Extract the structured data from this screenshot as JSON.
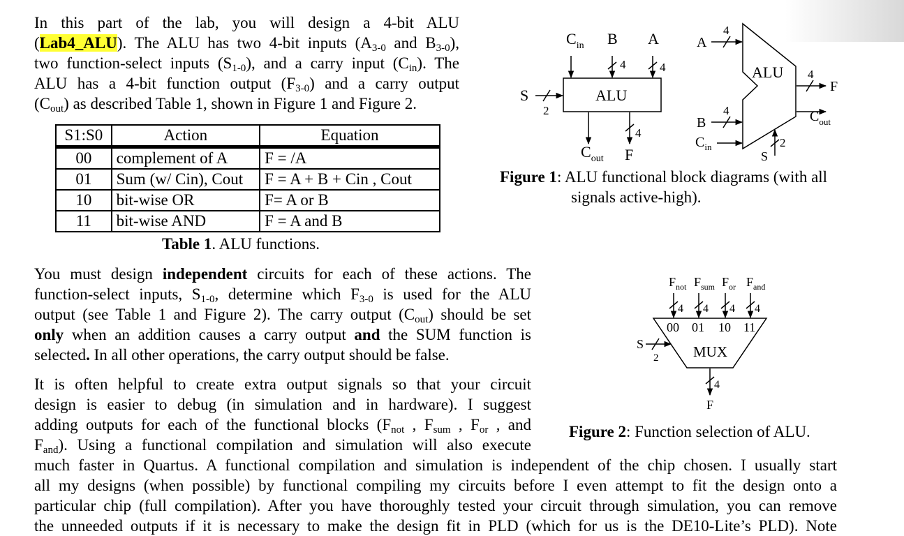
{
  "intro": {
    "l1": "In this part of the lab, you will design a 4-bit ALU",
    "l2_open": "(",
    "l2_highlight": "Lab4_ALU",
    "l2_a": "). The ALU has two 4-bit inputs (A",
    "l2_sub1": "3-0",
    "l2_b": " and B",
    "l2_sub2": "3-0",
    "l2_c": "),",
    "l3_a": "two function-select inputs (S",
    "l3_sub1": "1-0",
    "l3_b": "), and a carry input (C",
    "l3_sub2": "in",
    "l3_c": "). The",
    "l4_a": "ALU has a 4-bit function output (F",
    "l4_sub": "3-0",
    "l4_b": ") and a carry output",
    "l5_a": "(C",
    "l5_sub": "out",
    "l5_b": ") as described Table 1, shown in Figure 1 and Figure 2."
  },
  "table1": {
    "headers": [
      "S1:S0",
      "Action",
      "Equation"
    ],
    "rows": [
      [
        "00",
        "complement of A",
        "F = /A"
      ],
      [
        "01",
        "Sum (w/ Cin), Cout",
        "F = A + B + Cin , Cout"
      ],
      [
        "10",
        "bit-wise OR",
        "F= A or B"
      ],
      [
        "11",
        "bit-wise AND",
        "F = A and B"
      ]
    ],
    "caption_label": "Table 1",
    "caption_text": ". ALU functions."
  },
  "figure1": {
    "left": {
      "cin": "C",
      "cin_sub": "in",
      "b": "B",
      "a": "A",
      "bus_b": "4",
      "bus_a": "4",
      "s": "S",
      "s_width": "2",
      "box_label": "ALU",
      "cout": "C",
      "cout_sub": "out",
      "f": "F",
      "bus_f": "4"
    },
    "right": {
      "a": "A",
      "bus_a": "4",
      "b": "B",
      "bus_b": "4",
      "cin": "C",
      "cin_sub": "in",
      "label": "ALU",
      "bus_f": "4",
      "f": "F",
      "cout": "C",
      "cout_sub": "out",
      "s": "S",
      "s_width": "2"
    },
    "caption_label": "Figure 1",
    "caption_line1": ": ALU functional block diagrams (with all",
    "caption_line2": "signals active-high)."
  },
  "figure2": {
    "inputs": [
      {
        "name": "F",
        "sub": "not",
        "width": "4",
        "sel": "00"
      },
      {
        "name": "F",
        "sub": "sum",
        "width": "4",
        "sel": "01"
      },
      {
        "name": "F",
        "sub": "or",
        "width": "4",
        "sel": "10"
      },
      {
        "name": "F",
        "sub": "and",
        "width": "4",
        "sel": "11"
      }
    ],
    "s": "S",
    "s_width": "2",
    "mux_label": "MUX",
    "out_width": "4",
    "out": "F",
    "caption_label": "Figure 2",
    "caption_text": ":  Function selection of ALU."
  },
  "para2": {
    "l1_a": "You must design ",
    "l1_bold": "independent",
    "l1_b": " circuits for each of these actions. The",
    "l2_a": "function-select inputs, S",
    "l2_sub1": "1-0",
    "l2_b": ", determine which F",
    "l2_sub2": "3-0",
    "l2_c": " is used for the ALU",
    "l3_a": "output (see Table 1 and Figure 2). The carry output (C",
    "l3_sub": "out",
    "l3_b": ") should be set",
    "l4_bold1": "only",
    "l4_a": " when an addition causes a carry output ",
    "l4_bold2": "and",
    "l4_b": " the SUM function is",
    "l5_a": "selected",
    "l5_bold": ".",
    "l5_b": " In all other operations, the carry output should be false."
  },
  "para3": {
    "l1": "It is often helpful to create extra output signals so that your circuit",
    "l2": "design is easier to debug (in simulation and in hardware). I suggest",
    "l3_a": "adding outputs for each of the functional blocks (F",
    "l3_sub1": "not",
    "l3_b": " , F",
    "l3_sub2": "sum",
    "l3_c": " , F",
    "l3_sub3": "or",
    "l3_d": " , and",
    "l4_a": "F",
    "l4_sub": "and",
    "l4_b": "). Using a functional compilation and simulation will also execute",
    "l5": "much faster in Quartus. A functional compilation and simulation is independent of the chip chosen. I usually start",
    "l6": "all my designs (when possible) by functional compiling my circuits before I even attempt to fit the design onto a",
    "l7": "particular chip (full compilation). After you have thoroughly tested your circuit through simulation, you can remove",
    "l8": "the unneeded outputs if it is necessary to make the design fit in PLD (which for us is the DE10-Lite’s PLD). Note"
  }
}
